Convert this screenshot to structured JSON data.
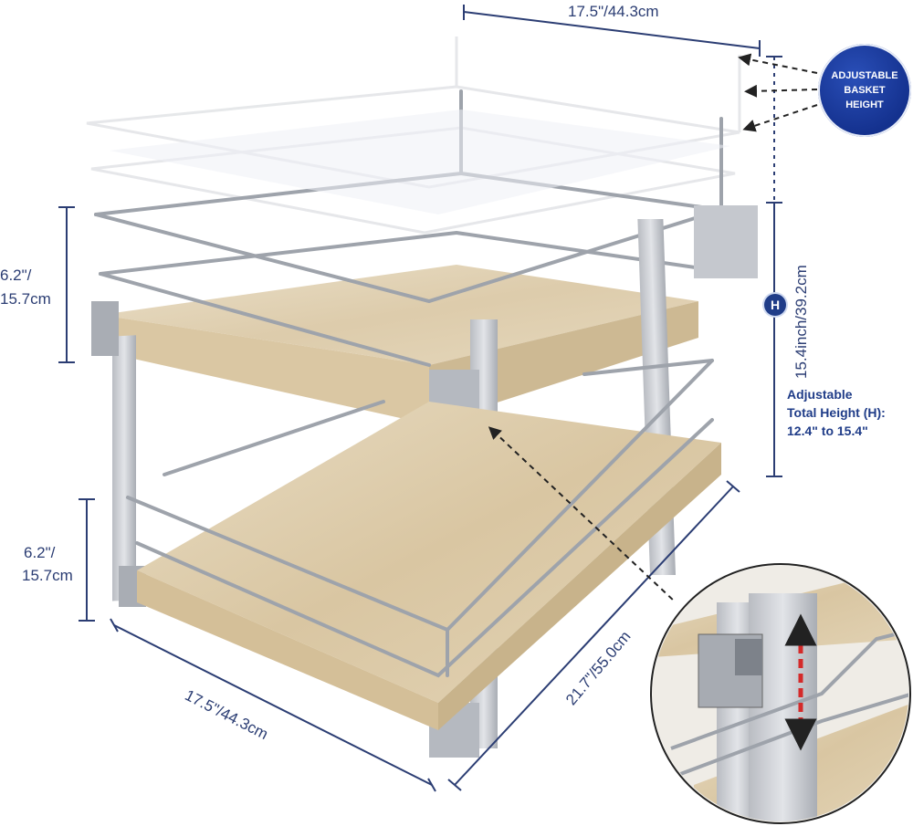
{
  "labels": {
    "top_width": "17.5\"/44.3cm",
    "upper_height_line1": "6.2\"/",
    "upper_height_line2": "15.7cm",
    "lower_height_line1": "6.2\"/",
    "lower_height_line2": "15.7cm",
    "bottom_width": "17.5\"/44.3cm",
    "depth": "21.7\"/55.0cm",
    "total_height": "15.4inch/39.2cm",
    "height_marker": "H",
    "adjust_note_line1": "Adjustable",
    "adjust_note_line2": "Total Height (H):",
    "adjust_note_line3": "12.4\" to 15.4\"",
    "badge_line1": "ADJUSTABLE",
    "badge_line2": "BASKET",
    "badge_line3": "HEIGHT"
  },
  "colors": {
    "dimension": "#2b3d73",
    "accent_blue": "#1f3c88",
    "wood": "#dcc9a8",
    "metal": "#c9ccd1",
    "arrow_red": "#d42a2a"
  },
  "icons": {
    "badge": "adjustable-height-badge",
    "detail": "zoom-detail-circle",
    "arrow": "double-arrow-icon"
  }
}
